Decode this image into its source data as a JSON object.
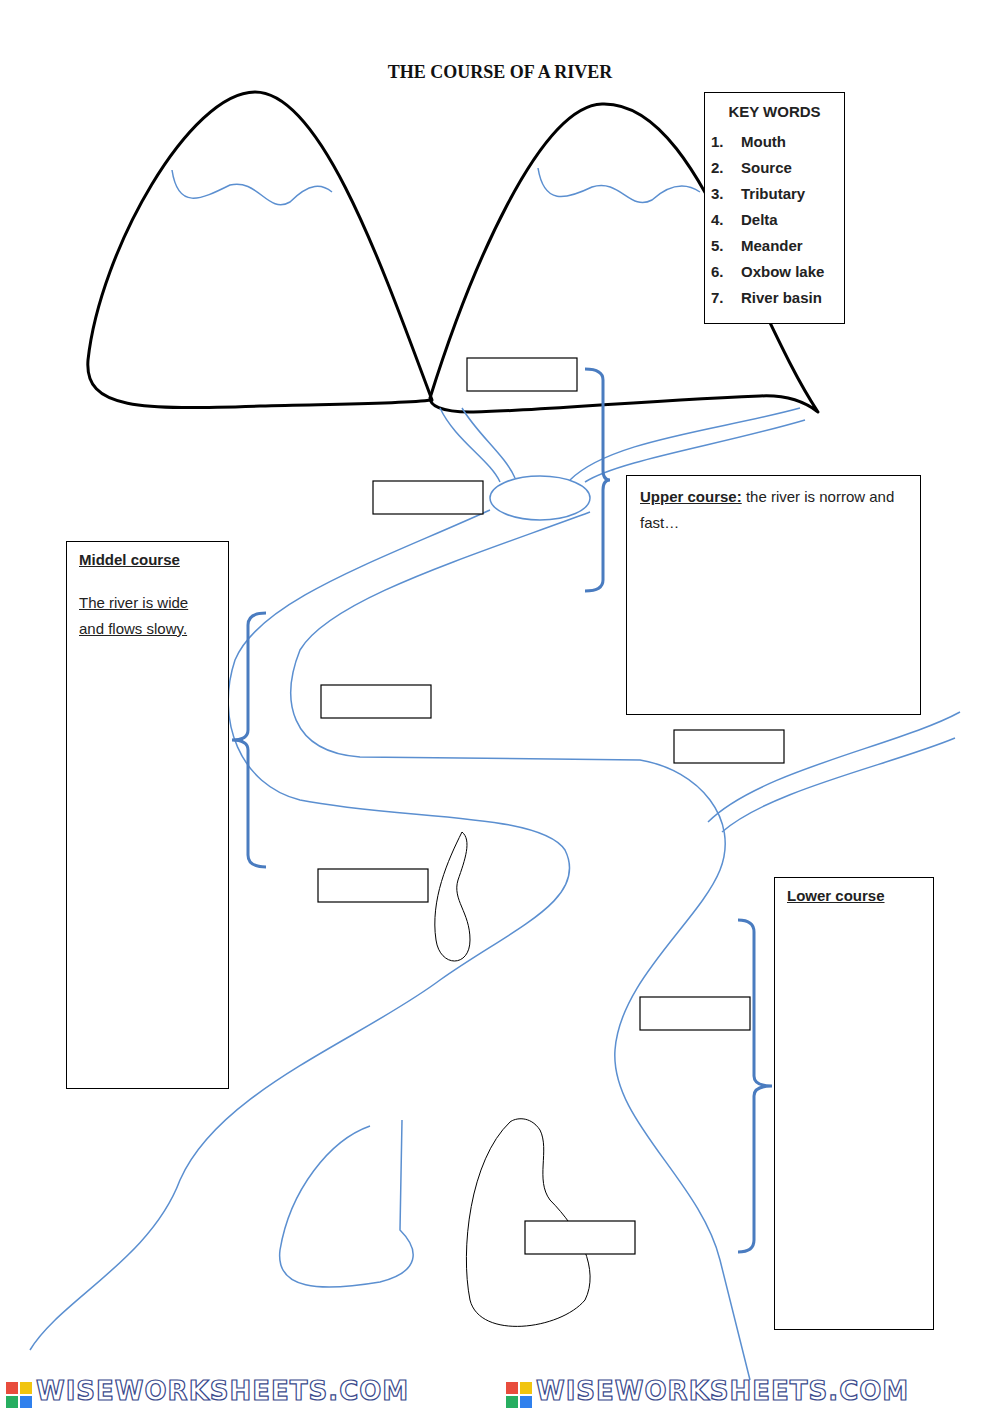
{
  "diagram": {
    "title": "THE COURSE OF A RIVER",
    "nodes": [
      {
        "text": [
          "KEY WORDS",
          "1.",
          "Mouth",
          "2.",
          "Source",
          "3.",
          "Tributary",
          "4.",
          "Delta",
          "5.",
          "Meander",
          "6.",
          "Oxbow lake",
          "7.",
          "River basin"
        ]
      },
      {
        "text": [
          "Upper course:",
          "the river is norrow and fast…"
        ]
      },
      {
        "text": [
          "Middel course",
          "The river is wide and flows slowy."
        ]
      },
      {
        "text": [
          "Lower course"
        ]
      }
    ],
    "labels": [
      "WISEWORKSHEETS.COM",
      "WISEWORKSHEETS.COM"
    ]
  }
}
